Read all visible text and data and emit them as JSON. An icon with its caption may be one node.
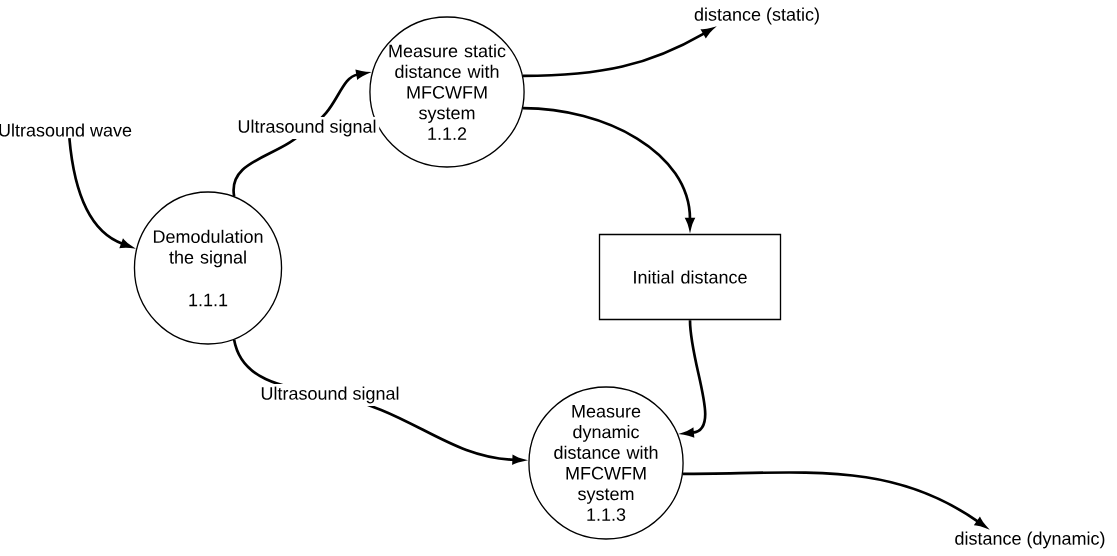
{
  "diagram": {
    "nodes": [
      {
        "text": [
          "Demodulation the signal",
          "1.1.1"
        ]
      },
      {
        "text": [
          "Measure static distance with MFCWFM system",
          "1.1.2"
        ]
      },
      {
        "text": [
          "Initial distance"
        ]
      },
      {
        "text": [
          "Measure dynamic distance with MFCWFM system",
          "1.1.3"
        ]
      },
      {
        "text": [
          "Ultrasound wave"
        ]
      },
      {
        "text": [
          "distance (static)"
        ]
      },
      {
        "text": [
          "distance (dynamic)"
        ]
      }
    ],
    "edges": [
      {
        "from": 4,
        "to": 0,
        "arrow": "to"
      },
      {
        "from": 0,
        "to": 1,
        "arrow": "to",
        "label": "Ultrasound signal"
      },
      {
        "from": 1,
        "to": 5,
        "arrow": "to"
      },
      {
        "from": 1,
        "to": 2,
        "arrow": "to"
      },
      {
        "from": 2,
        "to": 3,
        "arrow": "to"
      },
      {
        "from": 0,
        "to": 3,
        "arrow": "to",
        "label": "Ultrasound signal"
      },
      {
        "from": 3,
        "to": 6,
        "arrow": "to"
      }
    ]
  }
}
